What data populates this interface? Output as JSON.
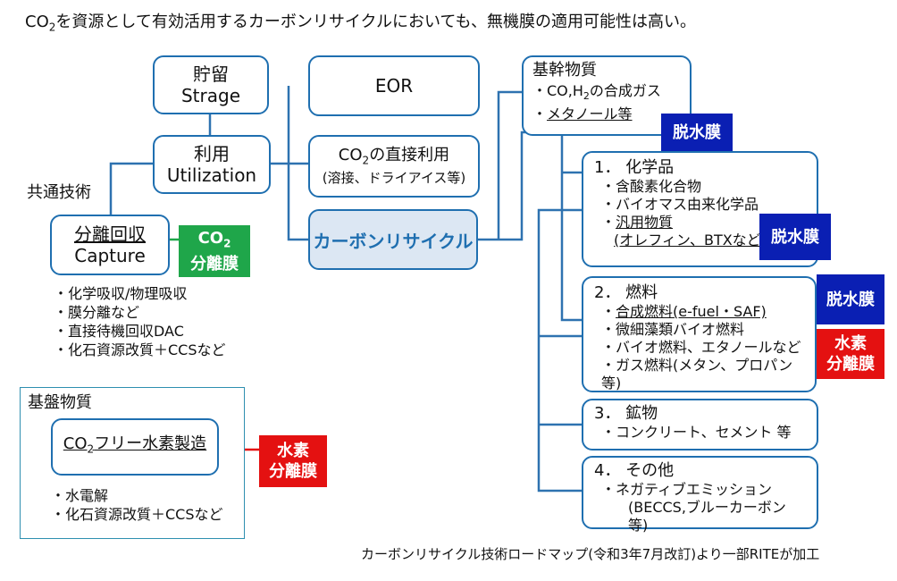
{
  "headline": {
    "pre": "CO",
    "sub": "2",
    "post": "を資源として有効活用するカーボンリサイクルにおいても、無機膜の適用可能性は高い。"
  },
  "storage": {
    "line1": "貯留",
    "line2": "Strage"
  },
  "utilization": {
    "line1": "利用",
    "line2": "Utilization"
  },
  "common_label": "共通技術",
  "capture": {
    "line1": "分離回収",
    "line2": "Capture"
  },
  "co2_tag": {
    "line1_pre": "CO",
    "line1_sub": "2",
    "line2": "分離膜"
  },
  "capture_list": [
    "・化学吸収/物理吸収",
    "・膜分離など",
    "・直接待機回収DAC",
    "・化石資源改質＋CCSなど"
  ],
  "eor": "EOR",
  "direct": {
    "line1_pre": "CO",
    "line1_sub": "2",
    "line1_post": "の直接利用",
    "line2": "(溶接、ドライアイス等)"
  },
  "carbon_recycle": "カーボンリサイクル",
  "basic": {
    "title": "基幹物質",
    "item1_pre": "・CO,H",
    "item1_sub": "2",
    "item1_post": "の合成ガス",
    "item2_dot": "・",
    "item2_text": "メタノール等"
  },
  "chem": {
    "title": "1． 化学品",
    "items": [
      "・含酸素化合物",
      "・バイオマス由来化学品"
    ],
    "item3_dot": "・",
    "item3_text": "汎用物質",
    "item3_cont": "(オレフィン、BTXなど)"
  },
  "fuel": {
    "title": "2． 燃料",
    "item1_dot": "・",
    "item1_text": "合成燃料(e-fuel・SAF)",
    "items": [
      "・微細藻類バイオ燃料",
      "・バイオ燃料、エタノールなど",
      "・ガス燃料(メタン、プロパン等)"
    ]
  },
  "mineral": {
    "title": "3． 鉱物",
    "item": "・コンクリート、セメント 等"
  },
  "other": {
    "title": "4． その他",
    "item1": "・ネガティブエミッション",
    "item2": "(BECCS,ブルーカーボン等)"
  },
  "dehydration_tag": "脱水膜",
  "hydrogen_tag": {
    "line1": "水素",
    "line2": "分離膜"
  },
  "foundation": {
    "title": "基盤物質",
    "box_pre": "CO",
    "box_sub": "2",
    "box_post": "フリー水素製造",
    "items": [
      "・水電解",
      "・化石資源改質＋CCSなど"
    ]
  },
  "source": "カーボンリサイクル技術ロードマップ(令和3年7月改訂)より一部RITEが加工",
  "colors": {
    "box_border": "#1f6fb0",
    "connector": "#2e72b0",
    "highlight_fill": "#dce7f3",
    "highlight_text": "#1f6fb0",
    "blue_tag": "#0a1fb3",
    "red_tag": "#e41111",
    "green_tag": "#1fa64a"
  }
}
